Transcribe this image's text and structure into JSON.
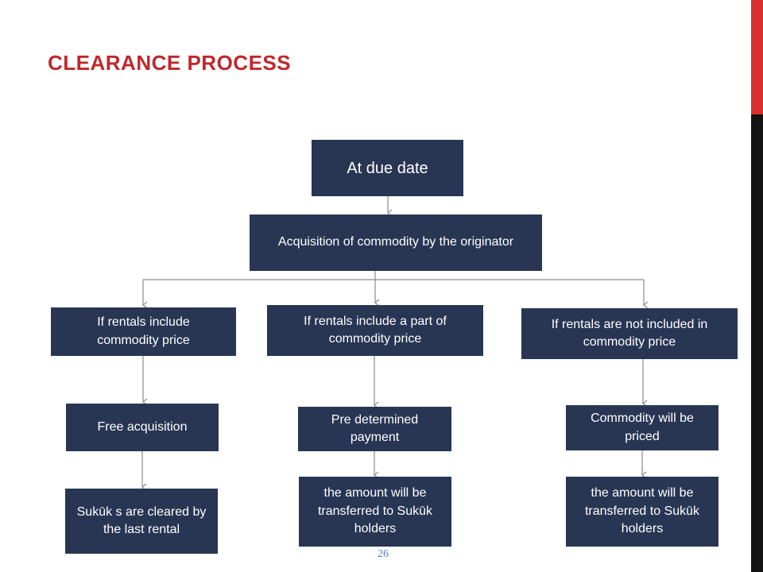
{
  "slide": {
    "title": "CLEARANCE PROCESS",
    "page_number": "26"
  },
  "flow": {
    "root": "At due date",
    "acquisition": "Acquisition of commodity by the originator",
    "branches": [
      {
        "condition": "If rentals include commodity price",
        "step1": "Free acquisition",
        "step2": "Sukūk s are cleared by the last rental"
      },
      {
        "condition": "If rentals include a part of commodity price",
        "step1": "Pre determined payment",
        "step2": "the amount will be transferred to Sukūk  holders"
      },
      {
        "condition": "If rentals are not included in commodity price",
        "step1": "Commodity will be priced",
        "step2": "the amount will be transferred to Sukūk  holders"
      }
    ]
  },
  "colors": {
    "title": "#c0282d",
    "box": "#283654",
    "box_text": "#ffffff",
    "connector": "#8c8c8c",
    "accent_bar_top": "#d9302e",
    "accent_bar_bottom": "#141414",
    "page_number": "#4a7fc0"
  }
}
